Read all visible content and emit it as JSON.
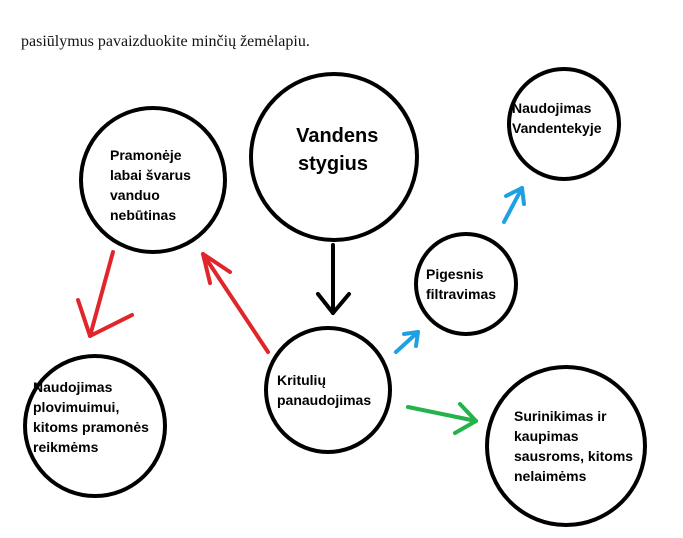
{
  "intro_text": "pasiūlymus pavaizduokite minčių žemėlapiu.",
  "colors": {
    "node_border": "#000000",
    "arrow_black": "#000000",
    "arrow_red": "#e0262b",
    "arrow_blue": "#1ea1e3",
    "arrow_green": "#22b34a"
  },
  "nodes": {
    "vandens_stygius": {
      "lines": [
        "Vandens",
        "stygius"
      ]
    },
    "kritulių_panaudojimas": {
      "lines": [
        "Kritulių",
        "panaudojimas"
      ]
    },
    "pramoneje": {
      "lines": [
        "Pramonėje",
        "labai švarus",
        "vanduo",
        "nebūtinas"
      ]
    },
    "plovimuimui": {
      "lines": [
        "Naudojimas",
        "plovimuimui,",
        "kitoms pramonės",
        "reikmėms"
      ]
    },
    "pigesnis": {
      "lines": [
        "Pigesnis",
        "filtravimas"
      ]
    },
    "vandentekyje": {
      "lines": [
        "Naudojimas",
        "Vandentekyje"
      ]
    },
    "surinkimas": {
      "lines": [
        "Surinikimas ir",
        "kaupimas",
        "sausroms, kitoms",
        "nelaimėms"
      ]
    }
  }
}
